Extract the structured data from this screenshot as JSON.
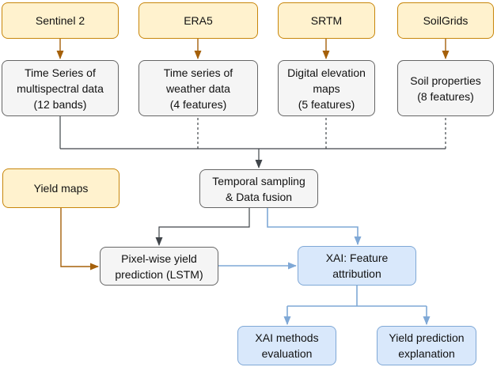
{
  "nodes": {
    "sources": [
      {
        "label": "Sentinel 2"
      },
      {
        "label": "ERA5"
      },
      {
        "label": "SRTM"
      },
      {
        "label": "SoilGrids"
      }
    ],
    "features": [
      {
        "label": "Time Series of\nmultispectral data\n(12 bands)"
      },
      {
        "label": "Time series of\nweather data\n(4 features)"
      },
      {
        "label": "Digital elevation\nmaps\n(5 features)"
      },
      {
        "label": "Soil properties\n(8 features)"
      }
    ],
    "yield_maps": {
      "label": "Yield maps"
    },
    "temporal_fusion": {
      "label": "Temporal sampling\n& Data fusion"
    },
    "pixelwise_prediction": {
      "label": "Pixel-wise yield\nprediction (LSTM)"
    },
    "xai_attribution": {
      "label": "XAI: Feature\nattribution"
    },
    "xai_evaluation": {
      "label": "XAI methods\nevaluation"
    },
    "yield_explanation": {
      "label": "Yield prediction\nexplanation"
    }
  },
  "edges": [
    {
      "from": "Sentinel 2",
      "to": "Time Series of multispectral data (12 bands)",
      "style": "orange-arrow"
    },
    {
      "from": "ERA5",
      "to": "Time series of weather data (4 features)",
      "style": "orange-arrow"
    },
    {
      "from": "SRTM",
      "to": "Digital elevation maps (5 features)",
      "style": "orange-arrow"
    },
    {
      "from": "SoilGrids",
      "to": "Soil properties (8 features)",
      "style": "orange-arrow"
    },
    {
      "from": "all feature boxes (dashed join bus)",
      "to": "Temporal sampling & Data fusion",
      "style": "dark-arrow"
    },
    {
      "from": "Yield maps",
      "to": "Pixel-wise yield prediction (LSTM)",
      "style": "orange-arrow"
    },
    {
      "from": "Temporal sampling & Data fusion",
      "to": "Pixel-wise yield prediction (LSTM)",
      "style": "dark-arrow"
    },
    {
      "from": "Temporal sampling & Data fusion",
      "to": "XAI: Feature attribution",
      "style": "blue-arrow"
    },
    {
      "from": "Pixel-wise yield prediction (LSTM)",
      "to": "XAI: Feature attribution",
      "style": "blue-arrow"
    },
    {
      "from": "XAI: Feature attribution",
      "to": "XAI methods evaluation",
      "style": "blue-arrow"
    },
    {
      "from": "XAI: Feature attribution",
      "to": "Yield prediction explanation",
      "style": "blue-arrow"
    }
  ],
  "colors": {
    "source_fill": "#fff2ce",
    "source_border": "#c8860b",
    "process_fill": "#f5f5f5",
    "process_border": "#666666",
    "xai_fill": "#d9e8fb",
    "xai_border": "#7fa8d6",
    "orange_arrow": "#a5600a",
    "dark_arrow": "#40454a",
    "blue_arrow": "#7fa8d6"
  }
}
